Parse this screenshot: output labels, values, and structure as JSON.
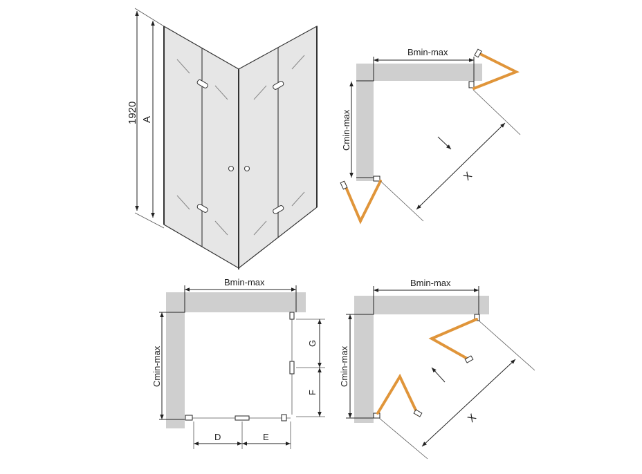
{
  "view_3d": {
    "height_label": "1920",
    "a_label": "A"
  },
  "plan_top_right": {
    "b_label": "Bmin-max",
    "c_label": "Cmin-max",
    "x_label": "X"
  },
  "plan_bottom_left": {
    "b_label": "Bmin-max",
    "c_label": "Cmin-max",
    "d_label": "D",
    "e_label": "E",
    "f_label": "F",
    "g_label": "G"
  },
  "plan_bottom_right": {
    "b_label": "Bmin-max",
    "c_label": "Cmin-max",
    "x_label": "X"
  },
  "colors": {
    "door": "#e0953a",
    "wall": "#cfcfcf"
  }
}
